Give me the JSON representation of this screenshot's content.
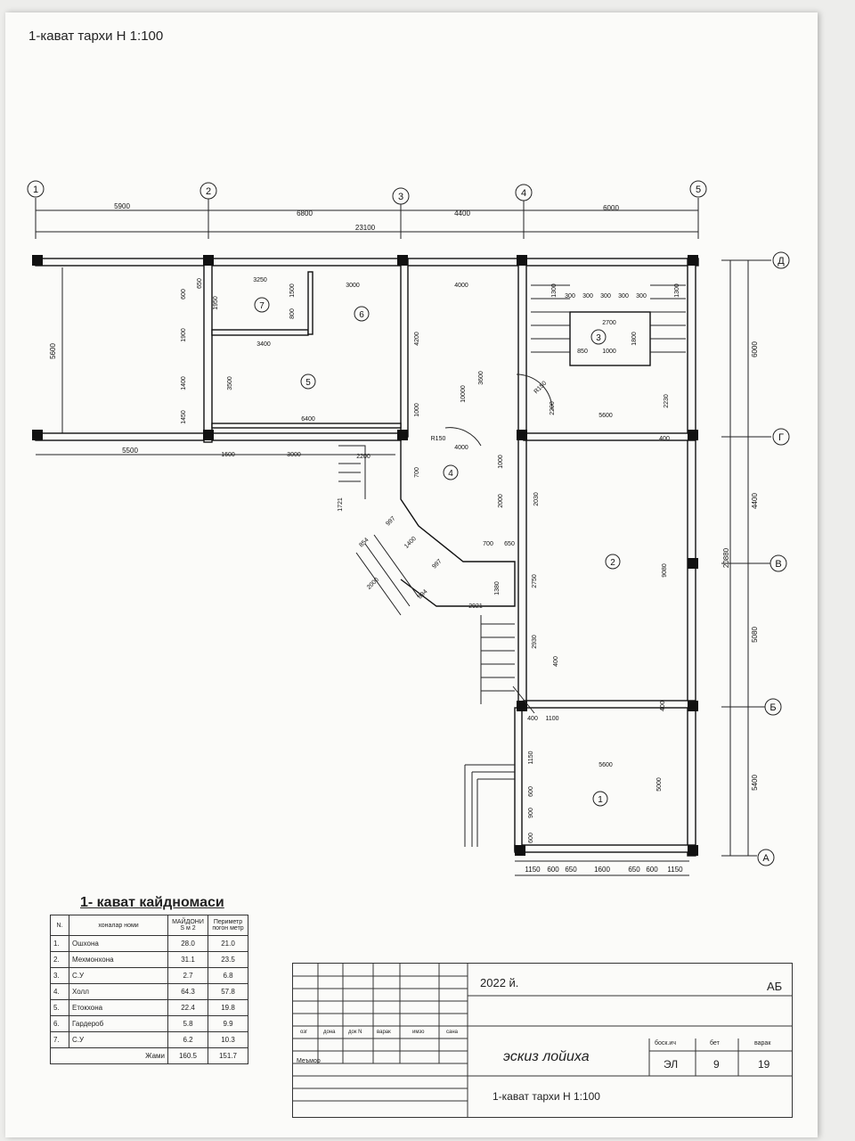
{
  "sheet_title": "1-кават тархи  Н 1:100",
  "axes": {
    "numbered": [
      "1",
      "2",
      "3",
      "4",
      "5"
    ],
    "lettered": [
      "Д",
      "Г",
      "В",
      "Б",
      "А"
    ]
  },
  "dimensions": {
    "top_spans": [
      "5900",
      "6800",
      "4400",
      "6000"
    ],
    "top_total": "23100",
    "right_spans": [
      "6000",
      "4400",
      "5080",
      "5400"
    ],
    "right_total": "20880",
    "left_height": "5600",
    "left_width": "5500",
    "bottom": [
      "1150",
      "600",
      "650",
      "1600",
      "650",
      "600",
      "1150"
    ],
    "labels": [
      "3250",
      "650",
      "600",
      "1950",
      "1500",
      "800",
      "3000",
      "4000",
      "1300",
      "300",
      "300",
      "300",
      "300",
      "300",
      "1300",
      "2700",
      "1800",
      "850",
      "1000",
      "1900",
      "3400",
      "4200",
      "3600",
      "1400",
      "3500",
      "R150",
      "2200",
      "2230",
      "5600",
      "1450",
      "6400",
      "1000",
      "R150",
      "4000",
      "10000",
      "400",
      "1600",
      "3000",
      "2200",
      "700",
      "1000",
      "2000",
      "2030",
      "1721",
      "997",
      "1400",
      "700",
      "650",
      "854",
      "997",
      "2750",
      "9080",
      "2000",
      "894",
      "2921",
      "1380",
      "2930",
      "400",
      "400",
      "1100",
      "400",
      "1150",
      "5600",
      "600",
      "900",
      "5000",
      "600"
    ]
  },
  "rooms": [
    "1",
    "2",
    "3",
    "4",
    "5",
    "6",
    "7"
  ],
  "legend": {
    "title": "1- кават кайдномаси",
    "headers": [
      "N.",
      "хоналар номи",
      "МАЙДОНИ S м 2",
      "Периметр погон метр"
    ],
    "rows": [
      [
        "1.",
        "Ошхона",
        "28.0",
        "21.0"
      ],
      [
        "2.",
        "Мехмонхона",
        "31.1",
        "23.5"
      ],
      [
        "3.",
        "С.У",
        "2.7",
        "6.8"
      ],
      [
        "4.",
        "Холл",
        "64.3",
        "57.8"
      ],
      [
        "5.",
        "Етокхона",
        "22.4",
        "19.8"
      ],
      [
        "6.",
        "Гардероб",
        "5.8",
        "9.9"
      ],
      [
        "7.",
        "С.У",
        "6.2",
        "10.3"
      ]
    ],
    "total_label": "Жами",
    "total_area": "160.5",
    "total_perimeter": "151.7"
  },
  "stamp": {
    "year": "2022 й.",
    "code": "АБ",
    "cols": [
      "озг",
      "дона",
      "док N",
      "варак",
      "имзо",
      "сана"
    ],
    "author_label": "Меъмор",
    "project": "эскиз лойиха",
    "stage_label": "боск.ич",
    "sheet_label": "бет",
    "sheets_label": "варак",
    "stage": "ЭЛ",
    "sheet": "9",
    "sheets": "19",
    "caption": "1-кават тархи  Н 1:100"
  }
}
